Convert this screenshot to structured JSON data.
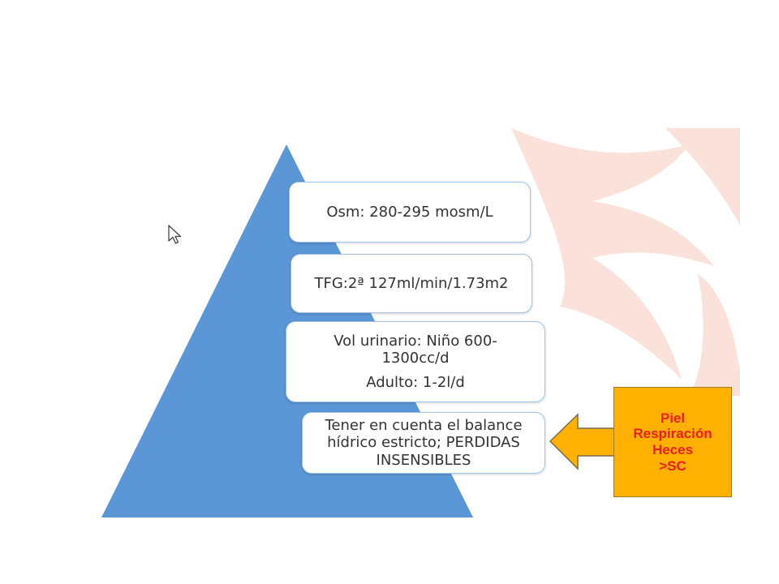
{
  "colors": {
    "pyramid": "#5b96d6",
    "box_border": "#9fc3ea",
    "callout_fill": "#ffb000",
    "callout_text": "#e8201a",
    "watermark": "#f7c9bb"
  },
  "icons": {
    "cursor": "mouse-pointer-icon",
    "watermark": "phoenix-watermark"
  },
  "levels": {
    "osm": "Osm: 280-295 mosm/L",
    "tfg": "TFG:2ª  127ml/min/1.73m2",
    "vol_line1": "Vol urinario: Niño 600-1300cc/d",
    "vol_line2": "Adulto: 1-2l/d",
    "balance": "Tener en cuenta el balance hídrico estricto; PERDIDAS INSENSIBLES"
  },
  "callout": {
    "line1": "Piel",
    "line2": "Respiración",
    "line3": "Heces",
    "line4": ">SC"
  }
}
